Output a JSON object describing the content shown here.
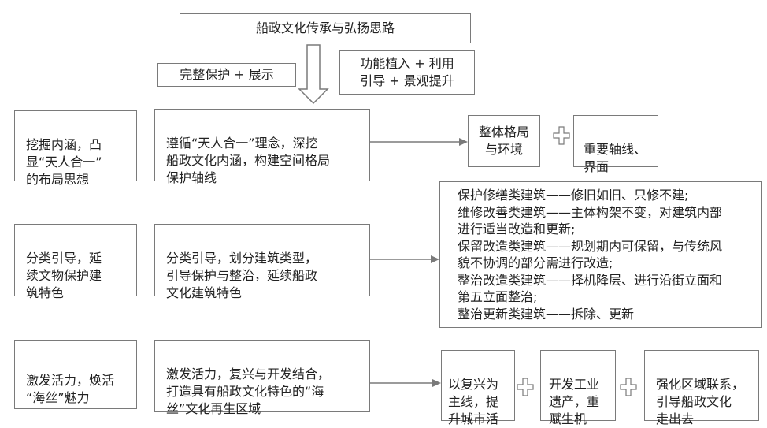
{
  "title": "船政文化传承与弘扬思路",
  "top_labels": {
    "left": "完整保护 + 展示",
    "right": "功能植入 + 利用\n引导 + 景观提升"
  },
  "rows": [
    {
      "left": "挖掘内涵，凸\n显“天人合一”\n的布局思想",
      "middle": "遵循“天人合一”理念，深挖\n船政文化内涵，构建空间格局\n保护轴线",
      "right_items": [
        "整体格局\n与环境",
        "重要轴线、\n界面"
      ]
    },
    {
      "left": "分类引导，延\n续文物保护建\n筑特色",
      "middle": "分类引导，划分建筑类型，\n引导保护与整治，延续船政\n文化建筑特色",
      "right_lines": [
        "保护修缮类建筑——修旧如旧、只修不建;",
        "维修改善类建筑——主体构架不变，对建筑内部",
        "进行适当改造和更新;",
        "保留改造类建筑——规划期内可保留，与传统风",
        "貌不协调的部分需进行改造;",
        "整治改造类建筑——择机降层、进行沿街立面和",
        "第五立面整治;",
        "整治更新类建筑——拆除、更新"
      ]
    },
    {
      "left": "激发活力，焕活\n“海丝”魅力",
      "middle": "激发活力，复兴与开发结合，\n打造具有船政文化特色的“海\n丝”文化再生区域",
      "right_items": [
        "以复兴为\n主线，提\n升城市活",
        "开发工业\n遗产，重\n赋生机",
        "强化区域联系，\n引导船政文化\n走出去"
      ]
    }
  ],
  "colors": {
    "border": "#7a7a7a",
    "text": "#222222",
    "arrow": "#7a7a7a"
  },
  "icons": {
    "plus": "plus-icon",
    "arrow": "arrow-right-icon",
    "down_arrow": "down-arrow-icon"
  }
}
